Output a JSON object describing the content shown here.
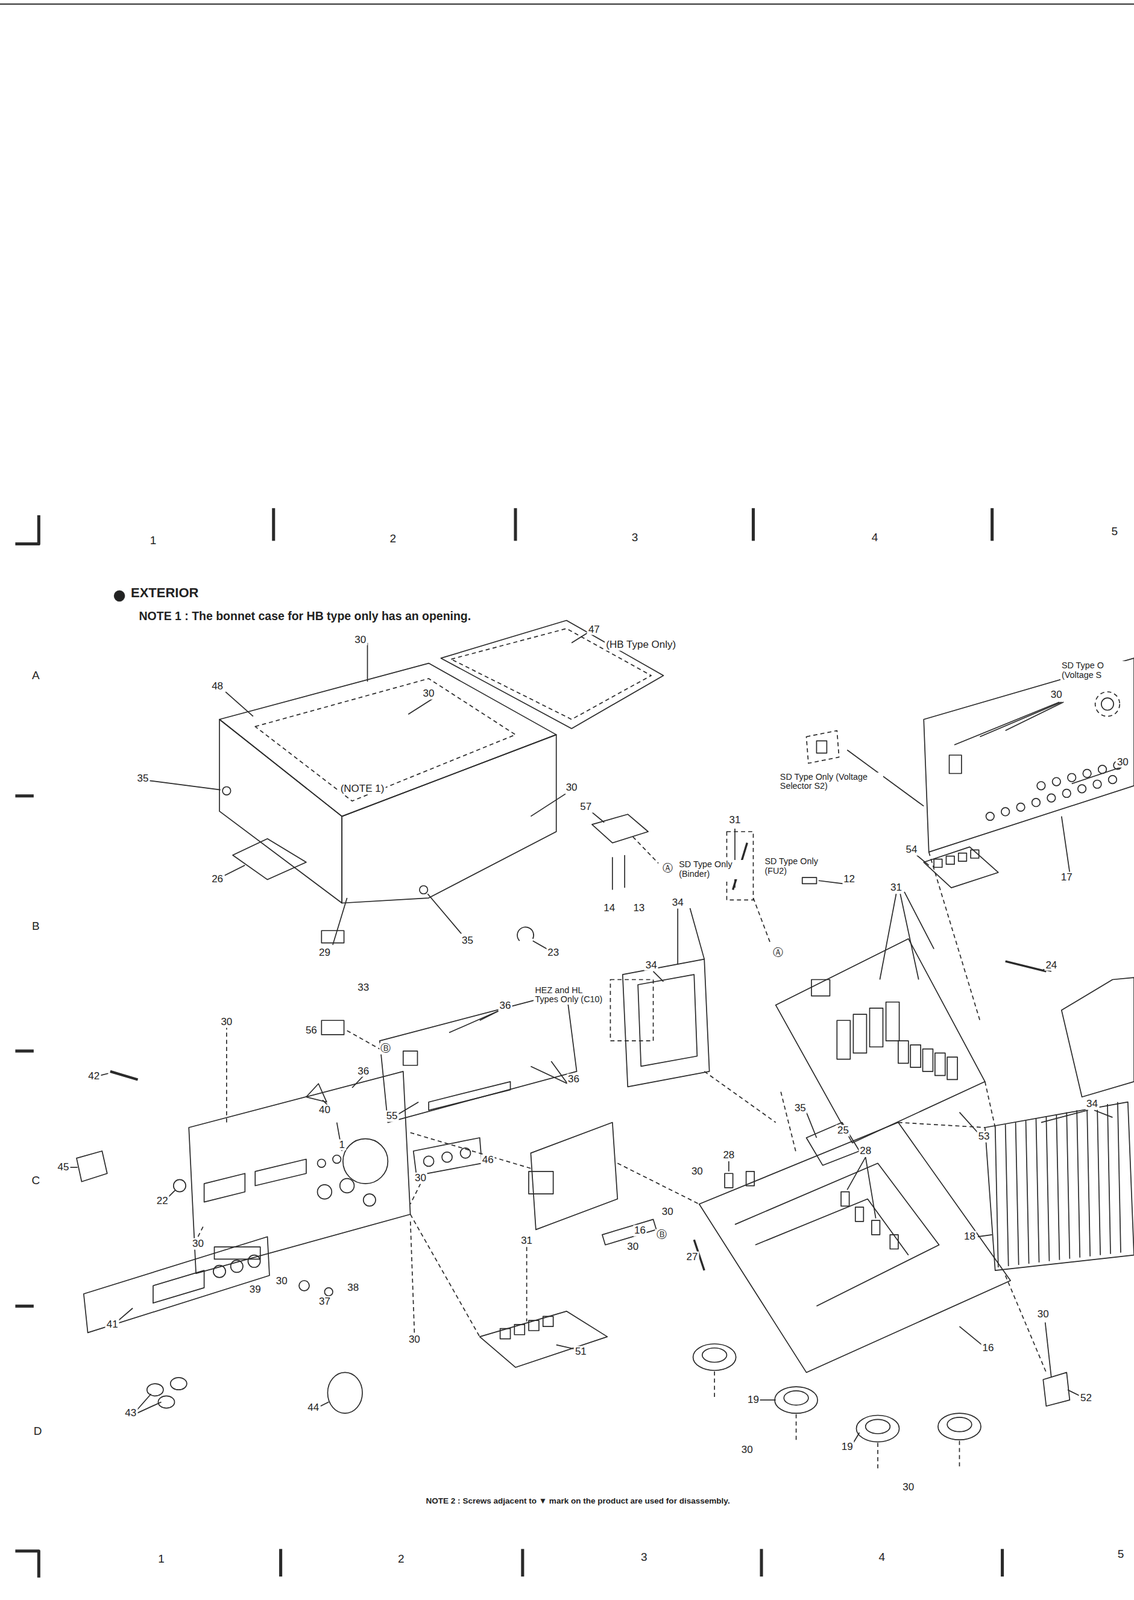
{
  "diagram": {
    "title": "EXTERIOR",
    "labels": [
      "1",
      "2",
      "3",
      "4",
      "5",
      "A",
      "B",
      "C",
      "D",
      "NOTE 1 : The bonnet case for HB type only has an opening.",
      "47",
      "(HB Type Only)",
      "30",
      "48",
      "30",
      "35",
      "(NOTE 1)",
      "30",
      "26",
      "29",
      "35",
      "23",
      "SD Type Only (Voltage Selector S2)",
      "SD Type O (Voltage S",
      "57",
      "Ⓐ",
      "SD Type Only (Binder)",
      "31",
      "SD Type Only (FU2)",
      "12",
      "14",
      "13",
      "34",
      "Ⓐ",
      "54",
      "31",
      "17",
      "30",
      "30",
      "24",
      "34",
      "HEZ and HL Types Only (C10)",
      "33",
      "30",
      "56",
      "Ⓑ",
      "36",
      "36",
      "36",
      "42",
      "40",
      "55",
      "1",
      "34",
      "53",
      "35",
      "25",
      "28",
      "28",
      "30",
      "30",
      "46",
      "45",
      "22",
      "30",
      "16",
      "Ⓑ",
      "31",
      "30",
      "27",
      "30",
      "18",
      "39",
      "30",
      "37",
      "38",
      "41",
      "30",
      "16",
      "30",
      "52",
      "51",
      "43",
      "44",
      "19",
      "30",
      "19",
      "30",
      "NOTE 2 : Screws adjacent to ▼ mark on the product are used for disassembly.",
      "1",
      "2",
      "3",
      "4",
      "5"
    ]
  }
}
